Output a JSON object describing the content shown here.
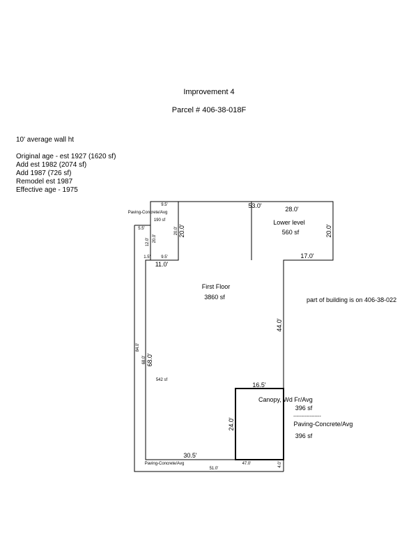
{
  "header": {
    "title": "Improvement 4",
    "parcel": "Parcel # 406-38-018F"
  },
  "notes": {
    "wall_height": "10' average wall ht",
    "lines": [
      "Original age - est 1927 (1620 sf)",
      "Add est 1982 (2074 sf)",
      "Add 1987 (726 sf)",
      "Remodel est 1987",
      "Effective age - 1975"
    ]
  },
  "sketch": {
    "first_floor": {
      "name": "First Floor",
      "area": "3860 sf"
    },
    "lower_level": {
      "name": "Lower level",
      "area": "560 sf",
      "dim_top": "28.0'",
      "dim_right": "20.0'",
      "dim_bottom": "17.0'"
    },
    "canopy": {
      "name": "Canopy, Wd Fr/Avg",
      "area": "396 sf",
      "separator": "-----------------",
      "name2": "Paving-Concrete/Avg",
      "area2": "396 sf",
      "dim_top": "16.5'",
      "dim_left": "24.0'"
    },
    "paving_top": {
      "name": "Paving-Concrete/Avg",
      "area": "190 sf",
      "dim_top": "9.5'",
      "dim_bottom": "9.5'",
      "dim_left": "20.0'",
      "dim_right": "20.0'"
    },
    "paving_left": {
      "area": "542 sf",
      "dim_top": "5.5'",
      "dim_small": "12.0'",
      "dim_tiny": "1.5'",
      "dim_outer": "84.0'",
      "dim_inner": "68.0'"
    },
    "paving_bottom": {
      "name": "Paving-Concrete/Avg",
      "dim_bottom": "51.0'",
      "dim_mid": "47.0'",
      "dim_end": "4.0'"
    },
    "dims": {
      "top_length": "53.0'",
      "left_step": "11.0'",
      "right_side": "44.0'",
      "left_side": "68.0'",
      "bottom": "30.5'",
      "second_left": "20.0'"
    },
    "note_right": "part of building is on 406-38-022"
  }
}
